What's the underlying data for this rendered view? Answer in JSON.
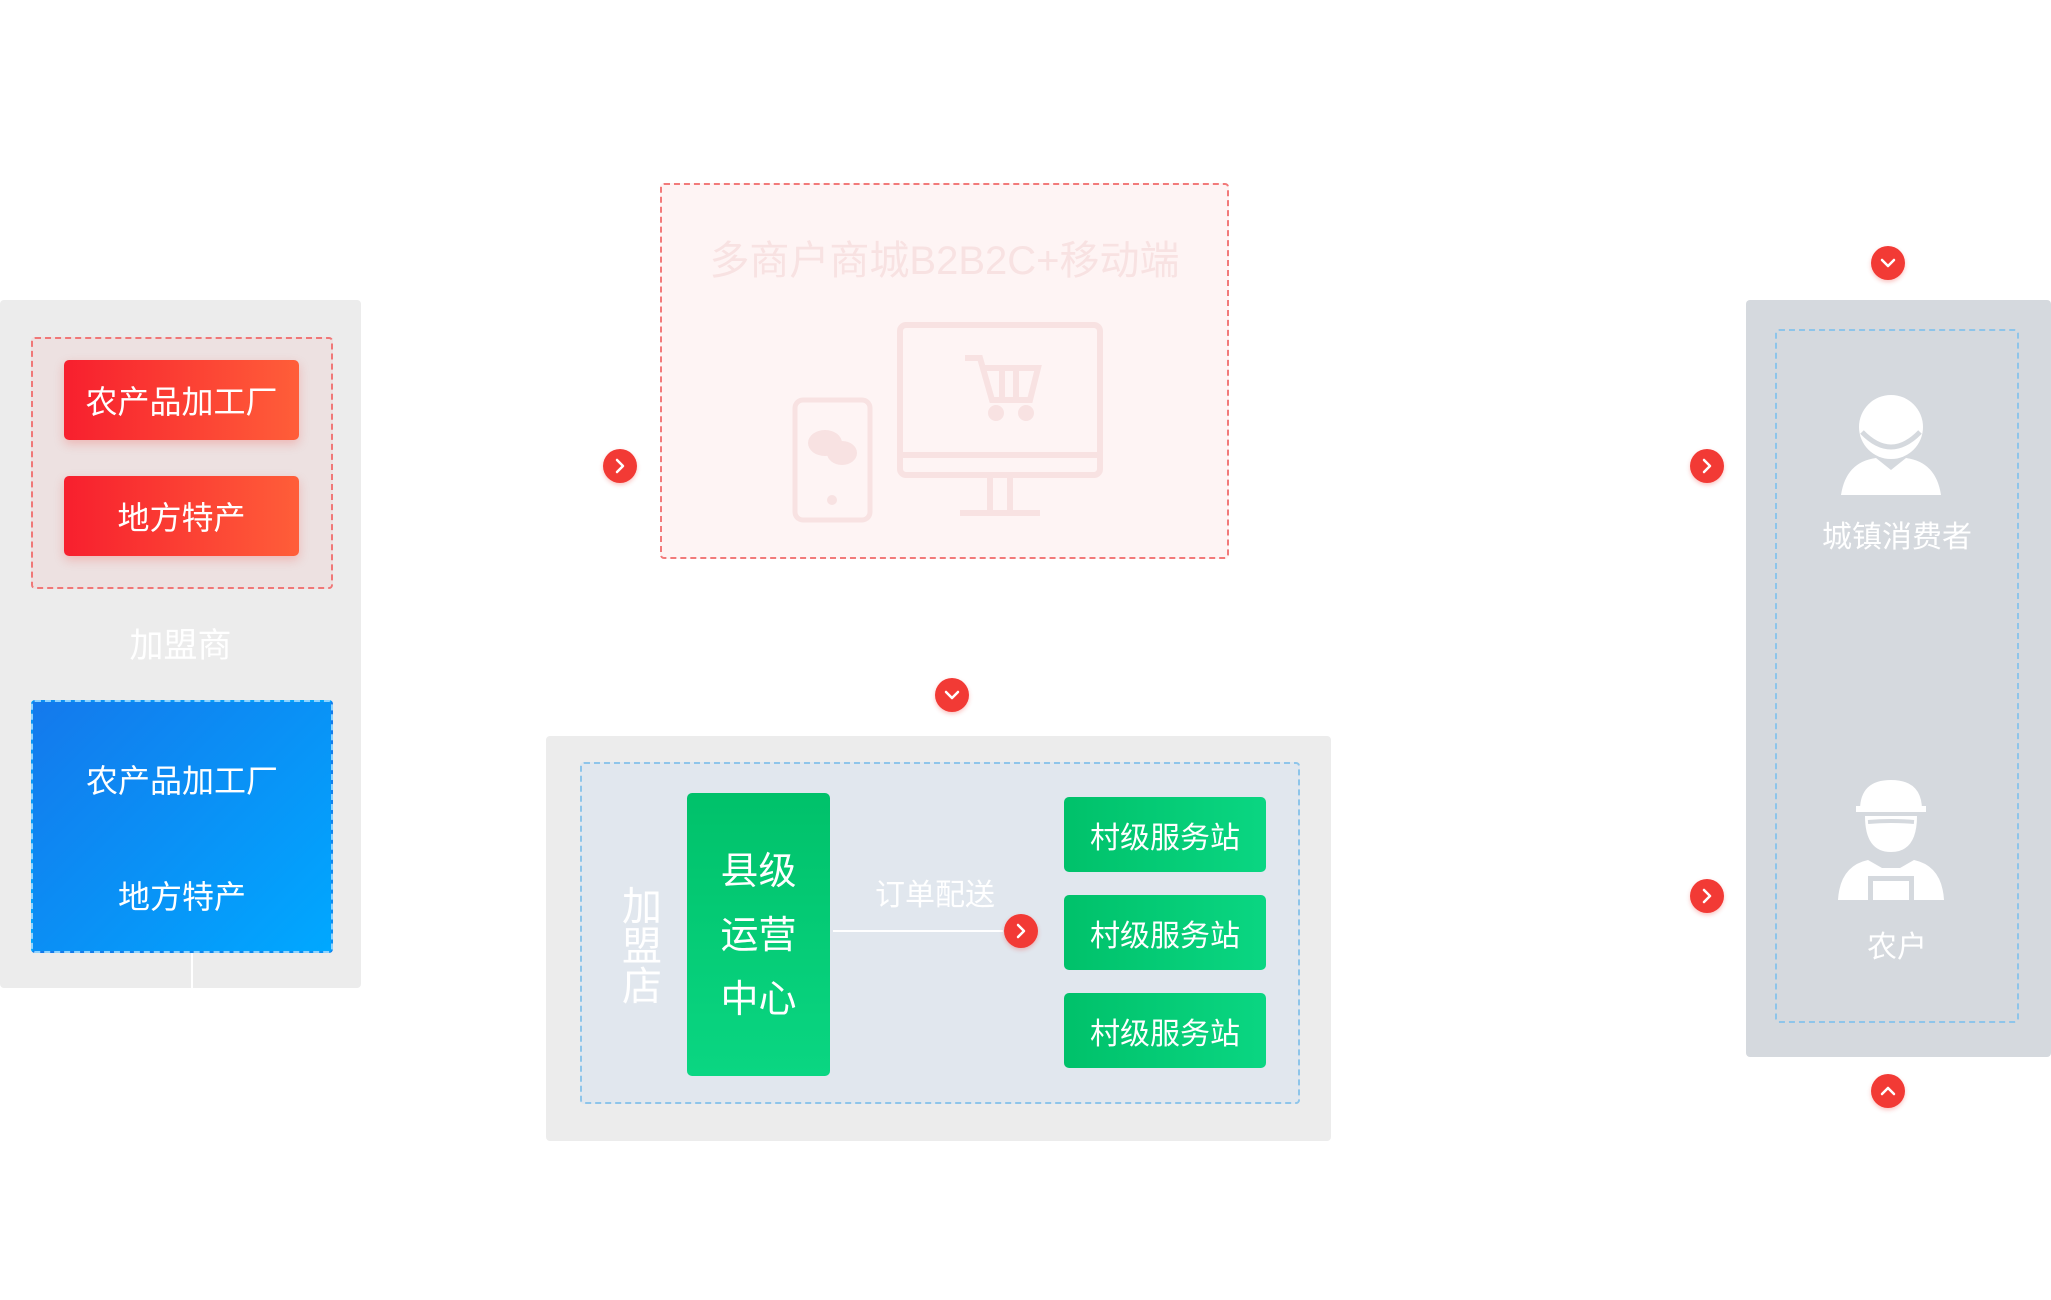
{
  "left": {
    "red_items": [
      "农产品加工厂",
      "地方特产"
    ],
    "middle_label": "加盟商",
    "blue_items": [
      "农产品加工厂",
      "地方特产"
    ]
  },
  "mall": {
    "title": "多商户商城B2B2C+移动端",
    "icons": [
      "phone-wechat-icon",
      "monitor-cart-icon"
    ]
  },
  "store": {
    "vertical_label": "加盟店",
    "county_center": "县级运营中心",
    "order_label": "订单配送",
    "villages": [
      "村级服务站",
      "村级服务站",
      "村级服务站"
    ]
  },
  "right": {
    "consumer_label": "城镇消费者",
    "farmer_label": "农户",
    "icons": [
      "consumer-person-icon",
      "farmer-person-icon"
    ]
  },
  "colors": {
    "red_gradient": [
      "#f71f2e",
      "#ff5e39"
    ],
    "blue_gradient": [
      "#1479ec",
      "#00a8ff"
    ],
    "green_gradient": [
      "#00c16a",
      "#0ad682"
    ],
    "arrow": "#f23a35",
    "panel_gray": "#ececec",
    "right_panel": "#d5d9de"
  }
}
